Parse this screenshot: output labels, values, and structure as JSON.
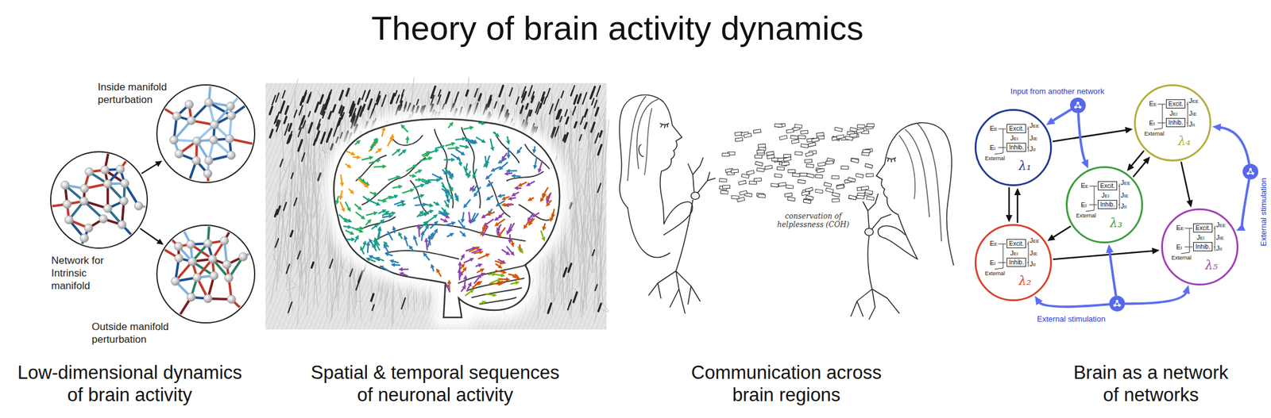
{
  "diagram": {
    "title": "Theory of brain activity dynamics",
    "nodes": [
      {
        "text": [
          "Network for Intrinsic manifold"
        ]
      },
      {
        "text": [
          "Inside manifold perturbation"
        ]
      },
      {
        "text": [
          "Outside manifold perturbation"
        ]
      },
      {
        "text": [
          "EE",
          "JEE",
          "JEI",
          "JIE",
          "EI",
          "JII",
          "External",
          "λ₁"
        ]
      },
      {
        "text": [
          "Excit."
        ],
        "in": 3
      },
      {
        "text": [
          "Inhib."
        ],
        "in": 3
      },
      {
        "text": [
          "EE",
          "JEE",
          "JEI",
          "JIE",
          "EI",
          "JII",
          "External",
          "λ₄"
        ]
      },
      {
        "text": [
          "Excit."
        ],
        "in": 6
      },
      {
        "text": [
          "Inhib."
        ],
        "in": 6
      },
      {
        "text": [
          "EE",
          "JEE",
          "JEI",
          "JIE",
          "EI",
          "JII",
          "External",
          "λ₃"
        ]
      },
      {
        "text": [
          "Excit."
        ],
        "in": 9
      },
      {
        "text": [
          "Inhib."
        ],
        "in": 9
      },
      {
        "text": [
          "EE",
          "JEE",
          "JEI",
          "JIE",
          "EI",
          "JII",
          "External",
          "λ₂"
        ]
      },
      {
        "text": [
          "Excit."
        ],
        "in": 12
      },
      {
        "text": [
          "Inhib."
        ],
        "in": 12
      },
      {
        "text": [
          "EE",
          "JEE",
          "JEI",
          "JIE",
          "EI",
          "JII",
          "External",
          "λ₅"
        ]
      },
      {
        "text": [
          "Excit."
        ],
        "in": 15
      },
      {
        "text": [
          "Inhib."
        ],
        "in": 15
      },
      {
        "text": [
          "Input from another network"
        ]
      },
      {
        "text": [
          "External stimulation"
        ]
      },
      {
        "text": [
          "External stimulation"
        ]
      }
    ],
    "edges": [
      {
        "from": 0,
        "to": 1,
        "arrow": "to"
      },
      {
        "from": 0,
        "to": 2,
        "arrow": "to"
      },
      {
        "from": 3,
        "to": 6,
        "arrow": "to"
      },
      {
        "from": 3,
        "to": 12,
        "arrow": "to"
      },
      {
        "from": 12,
        "to": 3,
        "arrow": "to"
      },
      {
        "from": 6,
        "to": 9,
        "arrow": "to"
      },
      {
        "from": 9,
        "to": 6,
        "arrow": "to"
      },
      {
        "from": 9,
        "to": 12,
        "arrow": "to"
      },
      {
        "from": 12,
        "to": 15,
        "arrow": "to"
      },
      {
        "from": 6,
        "to": 15,
        "arrow": "to"
      },
      {
        "from": 18,
        "to": 3,
        "arrow": "to"
      },
      {
        "from": 18,
        "to": 9,
        "arrow": "to"
      },
      {
        "from": 19,
        "to": 12,
        "arrow": "to"
      },
      {
        "from": 19,
        "to": 9,
        "arrow": "to"
      },
      {
        "from": 19,
        "to": 15,
        "arrow": "to"
      },
      {
        "from": 20,
        "to": 6,
        "arrow": "to"
      },
      {
        "from": 20,
        "to": 15,
        "arrow": "to"
      }
    ],
    "labels": [
      "Low-dimensional dynamics of brain activity",
      "Spatial & temporal sequences of neuronal activity",
      "Communication across brain regions",
      "Brain as a network of networks",
      "conservation of helplessness (COH)"
    ]
  }
}
